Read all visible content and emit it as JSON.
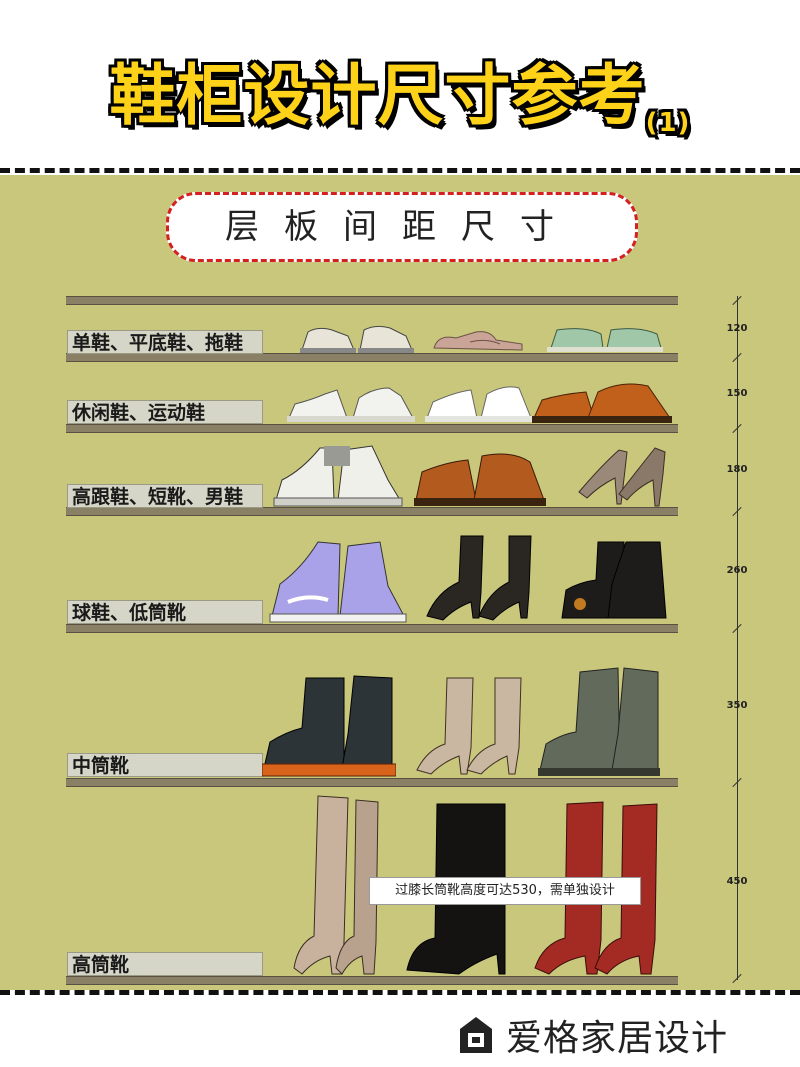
{
  "title": {
    "main": "鞋柜设计尺寸参考",
    "sub": "(1)"
  },
  "section_title": "层板间距尺寸",
  "rows": [
    {
      "label": "单鞋、平底鞋、拖鞋",
      "dimension": "120"
    },
    {
      "label": "休闲鞋、运动鞋",
      "dimension": "150"
    },
    {
      "label": "高跟鞋、短靴、男鞋",
      "dimension": "180"
    },
    {
      "label": "球鞋、低筒靴",
      "dimension": "260"
    },
    {
      "label": "中筒靴",
      "dimension": "350"
    },
    {
      "label": "高筒靴",
      "dimension": "450"
    }
  ],
  "note": "过膝长筒靴高度可达530，需单独设计",
  "brand": {
    "name": "爱格家居设计",
    "icon": "house-icon"
  },
  "colors": {
    "title_fill": "#ffd21a",
    "panel": "#c9c77c",
    "pill_border": "#d42020"
  }
}
